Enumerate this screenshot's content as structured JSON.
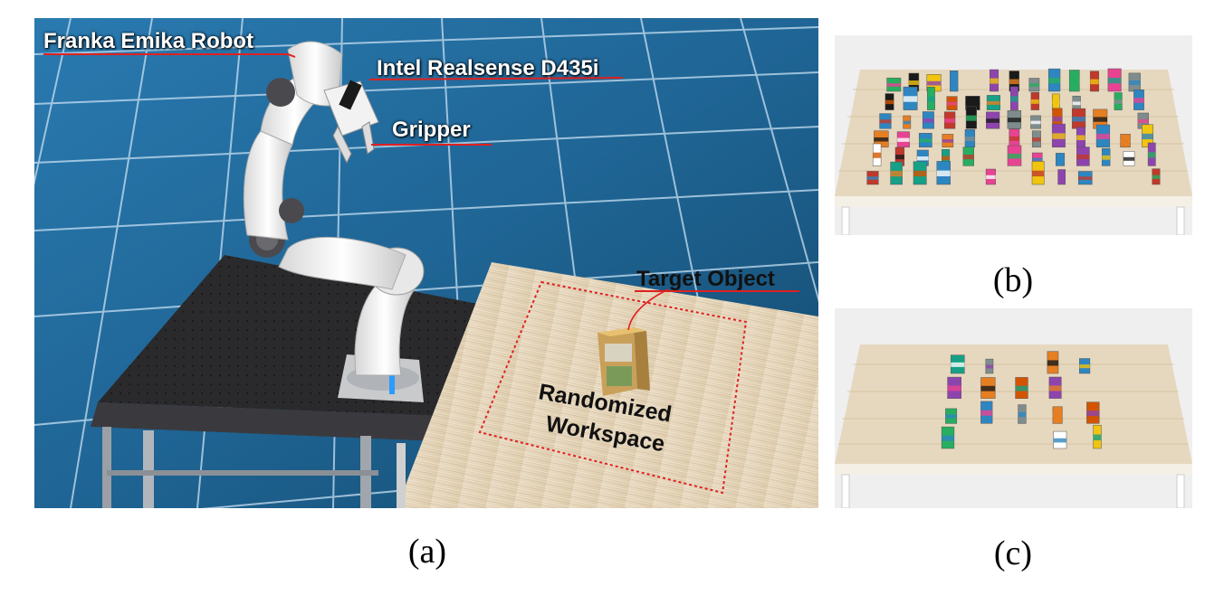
{
  "panel_a": {
    "caption": "(a)",
    "labels": {
      "robot": "Franka Emika Robot",
      "camera": "Intel Realsense D435i",
      "gripper": "Gripper",
      "target": "Target Object",
      "workspace_line1": "Randomized",
      "workspace_line2": "Workspace"
    }
  },
  "panel_b": {
    "caption": "(b)"
  },
  "panel_c": {
    "caption": "(c)"
  },
  "colors": {
    "floor_blue": "#1d5f8c",
    "grid_line": "#bcd9ee",
    "annotation_red": "#e02020",
    "table_wood": "#e6d7bf"
  }
}
